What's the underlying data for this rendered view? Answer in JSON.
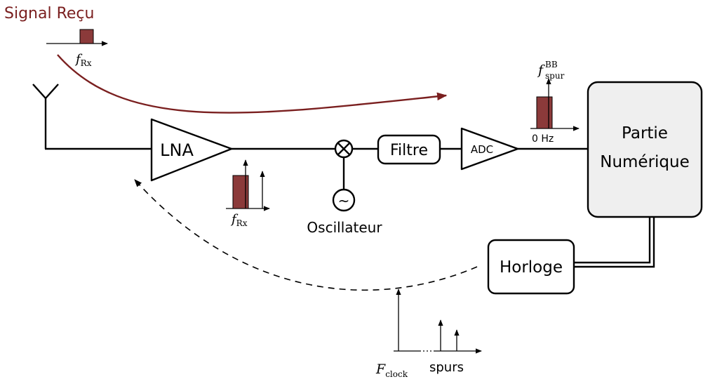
{
  "colors": {
    "signal": "#7a1f1f",
    "signal_fill": "#8b3a3a",
    "digital_block_fill": "#efefef",
    "line": "#000000"
  },
  "signal_recu": {
    "title": "Signal Reçu",
    "freq_symbol": "f",
    "freq_subscript": "Rx"
  },
  "blocks": {
    "lna": "LNA",
    "filtre": "Filtre",
    "adc": "ADC",
    "partie_numerique_line1": "Partie",
    "partie_numerique_line2": "Numérique",
    "horloge": "Horloge"
  },
  "mixer": {
    "oscillateur_label": "Oscillateur",
    "oscillator_symbol": "~"
  },
  "lna_spectrum": {
    "freq_symbol": "f",
    "freq_subscript": "Rx"
  },
  "adc_spectrum": {
    "freq_symbol": "f",
    "freq_subscript": "spur",
    "freq_superscript": "BB",
    "zero_label": "0 Hz"
  },
  "clock_spectrum": {
    "freq_symbol": "F",
    "freq_subscript": "clock",
    "spurs_label": "spurs"
  },
  "icons": [
    "antenna-icon",
    "mixer-icon",
    "oscillator-icon"
  ]
}
